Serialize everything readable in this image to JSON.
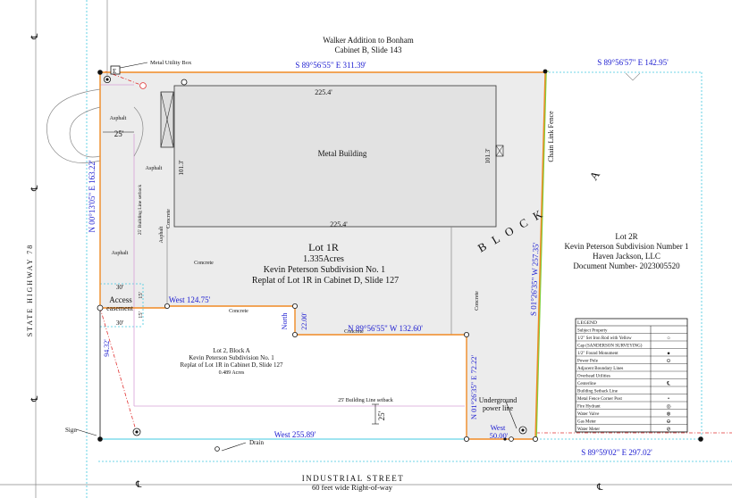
{
  "labels": {
    "north_adj_line1": "Walker Addition to Bonham",
    "north_adj_line2": "Cabinet B, Slide 143",
    "metal_utility_box": "Metal Utility Box",
    "utility_box_letter": "E",
    "north_bearing": "S 89°56'55\" E  311.39'",
    "ne_bearing": "S 89°56'57\" E  142.95'",
    "building_top_dim": "225.4'",
    "building_bottom_dim": "225.4'",
    "building_left_dim": "101.3'",
    "building_right_dim": "101.3'",
    "building_name": "Metal Building",
    "chain_link_fence": "Chain Link Fence",
    "block_a_letter": "A",
    "block_word": "B L O C K",
    "asphalt_1": "Asphalt",
    "asphalt_2": "Asphalt",
    "asphalt_3": "Asphalt",
    "asphalt_4": "Asphalt",
    "dim_25_top": "25'",
    "west_bearing": "N 00°13'05\" E  163.22'",
    "building_line_setback_vert": "25' Building Line setback",
    "concrete_1": "Concrete",
    "concrete_2": "Concrete",
    "concrete_3": "Concrete",
    "concrete_4": "Concrete",
    "concrete_5": "Concrete",
    "lot1r_title": "Lot 1R",
    "lot1r_area": "1.335Acres",
    "lot1r_sub": "Kevin Peterson Subdivision No. 1",
    "lot1r_replat": "Replat of Lot 1R in Cabinet D, Slide 127",
    "lot2r_title": "Lot 2R",
    "lot2r_sub": "Kevin Peterson Subdivision Number 1",
    "lot2r_owner": "Haven Jackson, LLC",
    "lot2r_doc": "Document Number- 2023005520",
    "east_bearing": "S 01°26'35\" W  257.35'",
    "access_easement_1": "Access",
    "access_easement_2": "easement",
    "dim_30_a": "30'",
    "dim_30_b": "30'",
    "dim_15_a": "15'",
    "dim_15_b": "15'",
    "west_124": "West  124.75'",
    "north_22_a": "North",
    "north_22_b": "22.00'",
    "n89_bearing": "N 89°56'55\" W  132.60'",
    "state_highway": "STATE HIGHWAY 78",
    "sw_dim": "94.32'",
    "lot2_line1": "Lot 2, Block A",
    "lot2_line2": "Kevin Peterson Subdivision No. 1",
    "lot2_line3": "Replat of Lot 1R in Cabinet D, Slide 127",
    "lot2_line4": "0.489 Acres",
    "building_line_setback_horiz": "25' Building Line setback",
    "dim_25_bottom": "25'",
    "n01_bearing": "N 01°26'35\" E  72.22'",
    "underground_1": "Underground",
    "underground_2": "power line",
    "west_50_a": "West",
    "west_50_b": "50.00'",
    "sign": "Sign",
    "west_255": "West  255.89'",
    "drain": "Drain",
    "s89_bottom": "S 89°59'02\" E  297.02'",
    "industrial_street": "INDUSTRIAL STREET",
    "row": "60 feet wide Right-of-way",
    "centerline_mark": "℄"
  },
  "legend": {
    "title": "LEGEND",
    "items": [
      {
        "label": "Subject Property",
        "symbol": ""
      },
      {
        "label": "1/2\" Set Iron Rod with Yellow",
        "symbol": "○"
      },
      {
        "label": "Cap (SANDERSON SURVEYING)",
        "symbol": ""
      },
      {
        "label": "1/2\" Found Monument",
        "symbol": "●"
      },
      {
        "label": "Power Pole",
        "symbol": "⊙"
      },
      {
        "label": "Adjacent Boundary Lines",
        "symbol": ""
      },
      {
        "label": "Overhead Utilities",
        "symbol": ""
      },
      {
        "label": "Centerline",
        "symbol": "℄"
      },
      {
        "label": "Building Setback Line",
        "symbol": ""
      },
      {
        "label": "Metal Fence Corner Post",
        "symbol": "•"
      },
      {
        "label": "Fire Hydrant",
        "symbol": "◎"
      },
      {
        "label": "Water Valve",
        "symbol": "⊗"
      },
      {
        "label": "Gas Meter",
        "symbol": "⊖"
      },
      {
        "label": "Water Meter",
        "symbol": "⊘"
      }
    ]
  },
  "colors": {
    "boundary": "#f08a24",
    "dim_text": "#1a1ad0",
    "adjacent": "#40c8e0",
    "setback": "#d8a0d8",
    "overhead": "#e03030",
    "fence": "#80d040",
    "building_fill": "#e4e4e4"
  }
}
